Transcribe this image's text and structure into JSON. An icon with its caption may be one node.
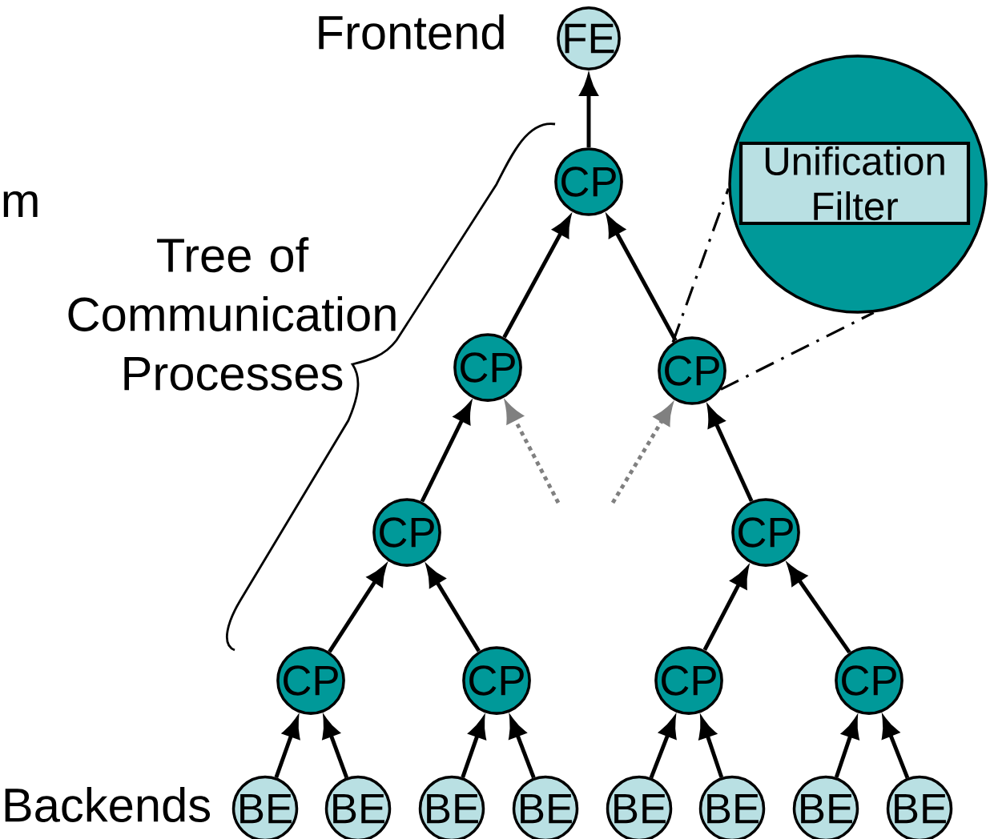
{
  "diagram": {
    "nodes": [
      {
        "text": [
          "FE"
        ],
        "beside": [
          "Frontend"
        ]
      },
      {
        "text": [
          "CP"
        ]
      },
      {
        "text": [
          "CP"
        ]
      },
      {
        "text": [
          "CP"
        ]
      },
      {
        "text": [
          "CP"
        ]
      },
      {
        "text": [
          "CP"
        ]
      },
      {
        "text": [
          "CP"
        ]
      },
      {
        "text": [
          "CP"
        ]
      },
      {
        "text": [
          "CP"
        ]
      },
      {
        "text": [
          "CP"
        ]
      },
      {
        "text": [
          "BE"
        ]
      },
      {
        "text": [
          "BE"
        ]
      },
      {
        "text": [
          "BE"
        ]
      },
      {
        "text": [
          "BE"
        ]
      },
      {
        "text": [
          "BE"
        ]
      },
      {
        "text": [
          "BE"
        ]
      },
      {
        "text": [
          "BE"
        ]
      },
      {
        "text": [
          "BE"
        ]
      },
      {
        "text": [],
        "shape": "circle"
      },
      {
        "text": [
          "Unification Filter"
        ],
        "in": 18
      }
    ],
    "edges": [
      {
        "from": 1,
        "to": 0,
        "arrow": "to"
      },
      {
        "from": 2,
        "to": 1,
        "arrow": "to"
      },
      {
        "from": 3,
        "to": 1,
        "arrow": "to"
      },
      {
        "from": 4,
        "to": 2,
        "arrow": "to"
      },
      {
        "from": 5,
        "to": 3,
        "arrow": "to"
      },
      {
        "from": 6,
        "to": 4,
        "arrow": "to"
      },
      {
        "from": 7,
        "to": 4,
        "arrow": "to"
      },
      {
        "from": 8,
        "to": 5,
        "arrow": "to"
      },
      {
        "from": 9,
        "to": 5,
        "arrow": "to"
      },
      {
        "from": 10,
        "to": 6,
        "arrow": "to"
      },
      {
        "from": 11,
        "to": 6,
        "arrow": "to"
      },
      {
        "from": 12,
        "to": 7,
        "arrow": "to"
      },
      {
        "from": 13,
        "to": 7,
        "arrow": "to"
      },
      {
        "from": 14,
        "to": 8,
        "arrow": "to"
      },
      {
        "from": 15,
        "to": 8,
        "arrow": "to"
      },
      {
        "from": 16,
        "to": 9,
        "arrow": "to"
      },
      {
        "from": 17,
        "to": 9,
        "arrow": "to"
      },
      {
        "from": null,
        "to": 2,
        "arrow": "to",
        "style": "dashed",
        "color": "#808080"
      },
      {
        "from": null,
        "to": 3,
        "arrow": "to",
        "style": "dashed",
        "color": "#808080"
      },
      {
        "from": 3,
        "to": 18,
        "arrow": "none",
        "style": "dashed"
      },
      {
        "from": 3,
        "to": 18,
        "arrow": "none",
        "style": "dashed"
      }
    ],
    "labels": [
      "m",
      "Tree of Communication Processes",
      "Backends"
    ]
  }
}
